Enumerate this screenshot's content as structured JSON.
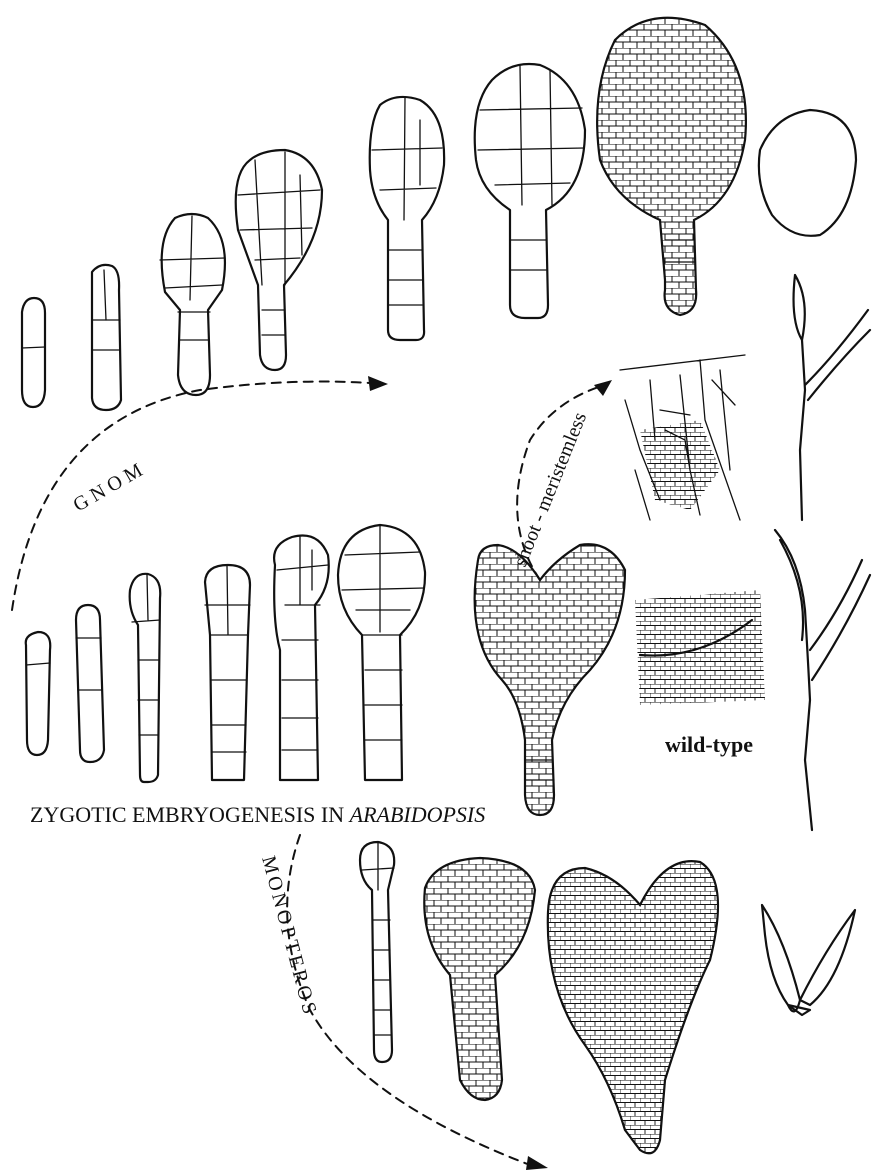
{
  "labels": {
    "main_caption_prefix": "ZYGOTIC EMBRYOGENESIS IN ",
    "main_caption_italic": "ARABIDOPSIS",
    "gnom": "GNOM",
    "monopteros": "MONOPTEROS",
    "shoot_meristemless": "shoot - meristemless",
    "wild_type": "wild-type"
  }
}
